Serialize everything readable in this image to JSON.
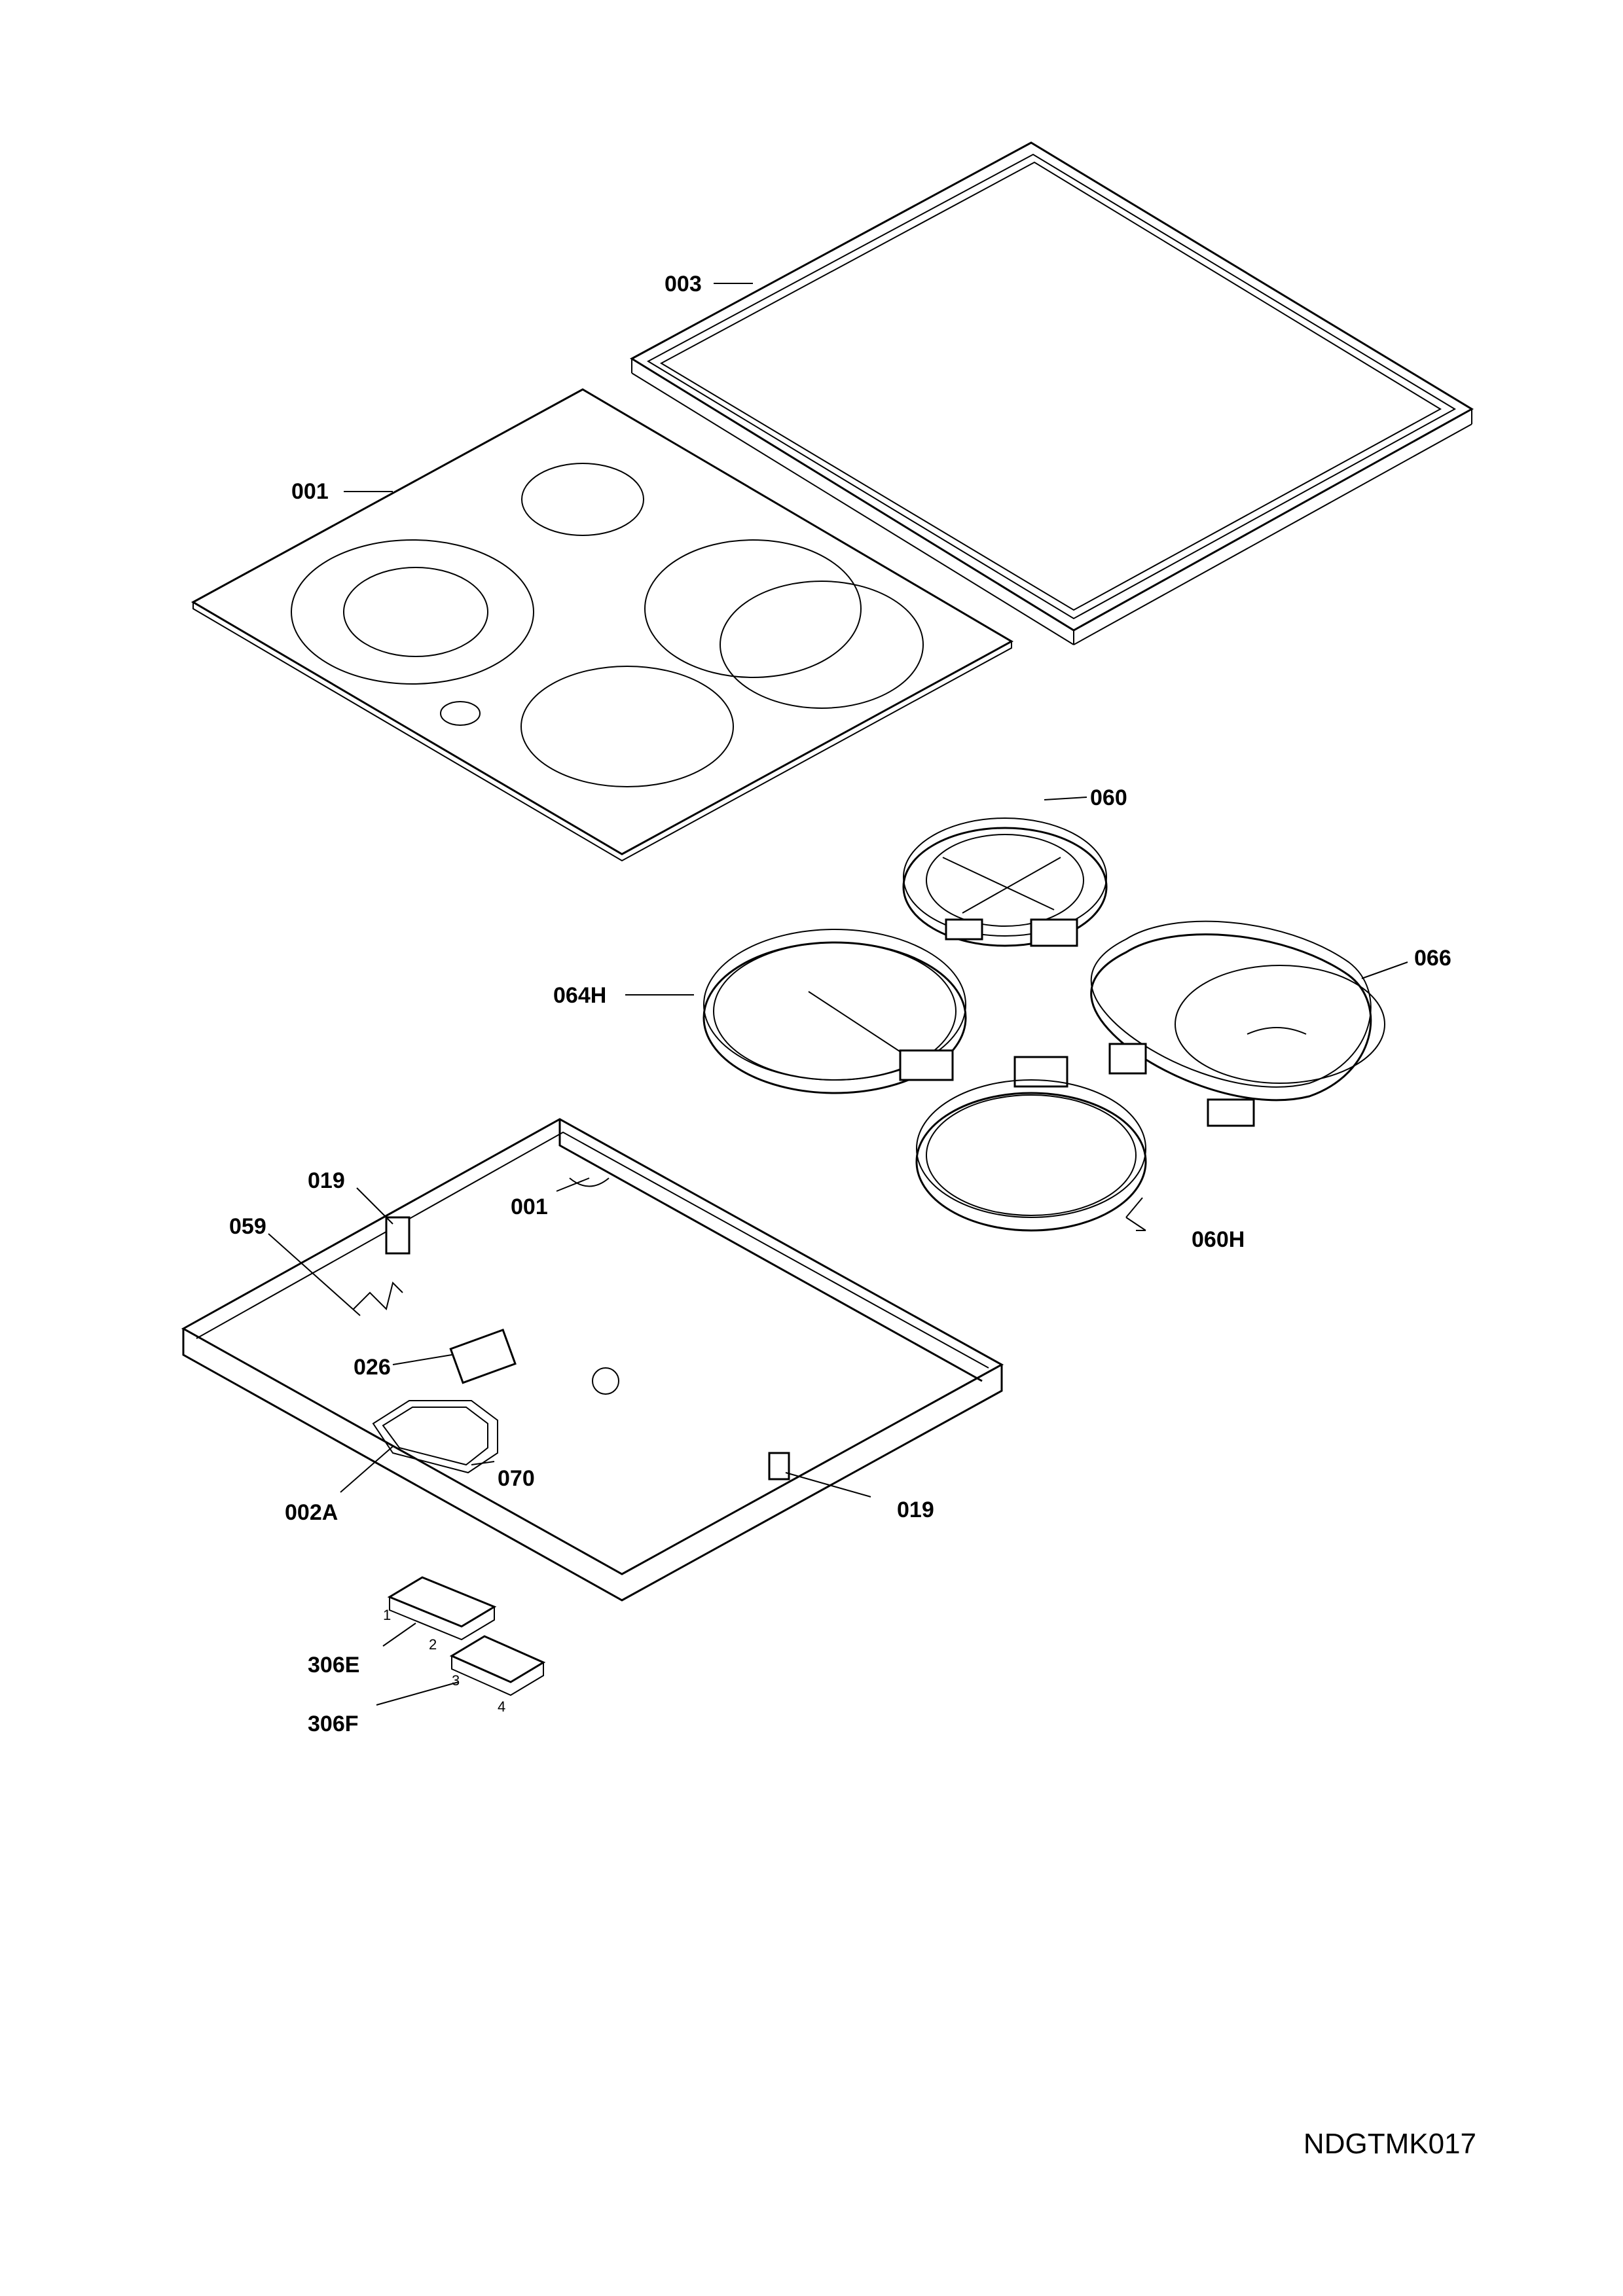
{
  "labels": {
    "p003": "003",
    "p001_glass": "001",
    "p060": "060",
    "p064H": "064H",
    "p066": "066",
    "p019_left": "019",
    "p001_base": "001",
    "p059": "059",
    "p060H": "060H",
    "p026": "026",
    "p070": "070",
    "p002A": "002A",
    "p019_right": "019",
    "p306E": "306E",
    "p306F": "306F"
  },
  "terminal_numbers": {
    "t1": "1",
    "t2": "2",
    "t3": "3",
    "t4": "4"
  },
  "drawing_code": "NDGTMK017",
  "colors": {
    "line": "#000000",
    "background": "#ffffff"
  }
}
